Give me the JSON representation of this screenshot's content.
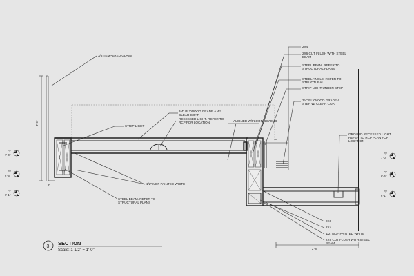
{
  "drawing": {
    "section_number": "3",
    "title": "SECTION",
    "scale": "Scale: 1 1/2\" = 1'-0\"",
    "annotations": {
      "tempered_glass": "3/8 TEMPERED GLASS",
      "plywood_clear_coat_1": "3/4\" PLYWOOD GRADE A W/",
      "plywood_clear_coat_2": "CLEAR COAT",
      "recessed_light_1": "RECESSED LIGHT. REFER TO",
      "recessed_light_2": "RCP FOR LOCATION",
      "aligned_floor": "ALIGNED W/FLOOR BEYOND",
      "strip_light": "STRIP LIGHT",
      "mdf_painted_left": "1/2\" MDF PAINTED WHITE",
      "steel_beam_left_1": "STEEL BEAM. REFER TO",
      "steel_beam_left_2": "STRUCTURAL PLANS",
      "twobyfour_top": "2X4",
      "twobysix_flush_top_1": "2X6 CUT FLUSH WITH STEEL",
      "twobysix_flush_top_2": "BEAM",
      "steel_beam_right_1": "STEEL BEAM. REFER TO",
      "steel_beam_right_2": "STRUCTURAL PLANS",
      "steel_angle_1": "STEEL ANGLE. REFER TO",
      "steel_angle_2": "STRUCTURAL",
      "strip_light_step": "STRIP LIGHT UNDER STEP",
      "plywood_step_1": "3/4\" PLYWOOD GRADE A",
      "plywood_step_2": "STEP W/ CLEAR COAT",
      "ground_light_1": "GROUND RECESSED LIGHT.",
      "ground_light_2": "REFER TO RCP PLAN FOR",
      "ground_light_3": "LOCATION",
      "twobyeight": "2X8",
      "twobyfour_bottom": "2X4",
      "mdf_painted_right": "1/2\" MDF PAINTED WHITE",
      "twobysix_flush_bot_1": "2X6 CUT FLUSH WITH STEEL",
      "twobysix_flush_bot_2": "BEAM"
    },
    "dimensions": {
      "glass_height": "3'-9\"",
      "left_gap": "8\"",
      "step_depth": "7\"",
      "step_width": "2'-8\""
    },
    "elevation_markers": [
      {
        "ff": "FF",
        "value": "7'-0\""
      },
      {
        "ff": "FF",
        "value": "6'-6\""
      },
      {
        "ff": "FF",
        "value": "6'-1\""
      },
      {
        "ff": "FF",
        "value": "7'-0\""
      },
      {
        "ff": "FF",
        "value": "6'-6\""
      },
      {
        "ff": "FF",
        "value": "6'-1\""
      }
    ]
  }
}
